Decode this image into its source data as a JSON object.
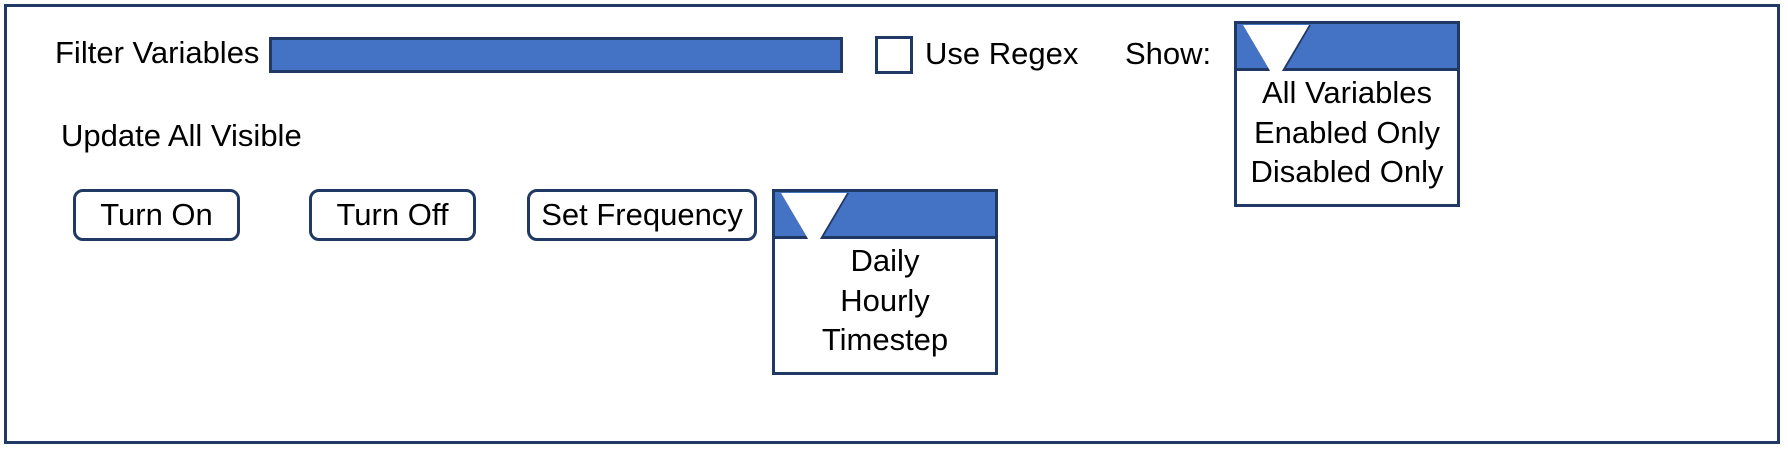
{
  "panel": {
    "accent_blue": "#4472C4",
    "border_navy": "#1F3864",
    "background": "#FFFFFF"
  },
  "filter": {
    "label": "Filter Variables",
    "value": "",
    "placeholder": ""
  },
  "regex": {
    "label": "Use Regex",
    "checked": false
  },
  "show": {
    "label": "Show:",
    "selected": "",
    "options": [
      "All Variables",
      "Enabled Only",
      "Disabled Only"
    ],
    "caret_icon": "chevron-down-icon"
  },
  "update_all": {
    "label": "Update All Visible",
    "buttons": [
      {
        "name": "turn-on",
        "label": "Turn On"
      },
      {
        "name": "turn-off",
        "label": "Turn Off"
      },
      {
        "name": "set-frequency",
        "label": "Set Frequency"
      }
    ]
  },
  "frequency": {
    "selected": "",
    "options": [
      "Daily",
      "Hourly",
      "Timestep"
    ],
    "caret_icon": "chevron-down-icon"
  }
}
